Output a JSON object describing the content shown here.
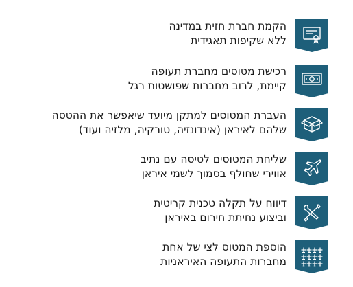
{
  "accent_color": "#1e5f7a",
  "icon_color": "#ffffff",
  "items": [
    {
      "icon": "certificate-icon",
      "line1": "הקמת חברת חזית במדינה",
      "line2": "ללא שקיפות תאגידית"
    },
    {
      "icon": "money-icon",
      "line1": "רכישת מטוסים מחברת תעופה",
      "line2": "קיימת, לרוב מחברות שפושטות רגל"
    },
    {
      "icon": "box-icon",
      "line1": "העברת המטוסים למתקן מיועד שיאפשר את ההטסה",
      "line2": "שלהם לאיראן (אינדונזיה, טורקיה, מלזיה ועוד)"
    },
    {
      "icon": "airplane-icon",
      "line1": "שליחת המטוסים לטיסה עם נתיב",
      "line2": "אווירי שחולף בסמוך לשמי איראן"
    },
    {
      "icon": "tools-icon",
      "line1": "דיווח על תקלה טכנית קריטית",
      "line2": "וביצוע נחיתת חירום באיראן"
    },
    {
      "icon": "fleet-icon",
      "line1": "הוספת המטוס לצי של אחת",
      "line2": "מחברות התעופה האיראניות"
    }
  ]
}
